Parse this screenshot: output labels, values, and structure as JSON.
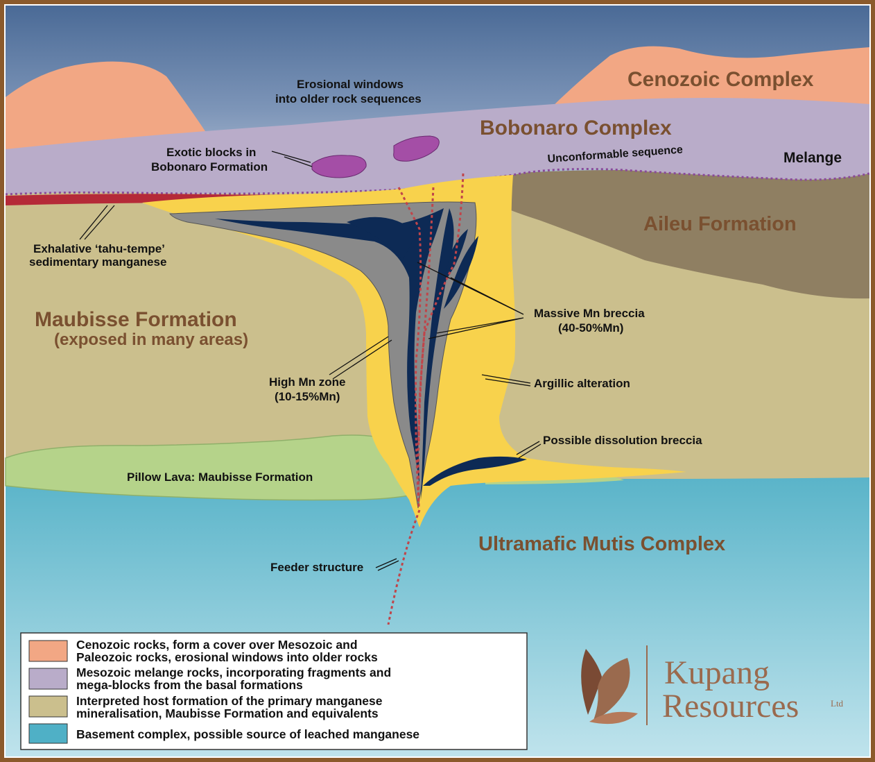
{
  "units": {
    "cenozoic": "Cenozoic Complex",
    "bobonaro": "Bobonaro Complex",
    "melange": "Melange",
    "aileu": "Aileu Formation",
    "maubisse_line1": "Maubisse Formation",
    "maubisse_line2": "(exposed in many areas)",
    "ultramafic": "Ultramafic Mutis Complex"
  },
  "labels": {
    "erosional_line1": "Erosional windows",
    "erosional_line2": "into older rock sequences",
    "exotic_line1": "Exotic blocks in",
    "exotic_line2": "Bobonaro Formation",
    "unconformable": "Unconformable sequence",
    "exhalative_line1": "Exhalative ‘tahu-tempe’",
    "exhalative_line2": "sedimentary manganese",
    "massive_line1": "Massive Mn breccia",
    "massive_line2": "(40-50%Mn)",
    "highmn_line1": "High Mn zone",
    "highmn_line2": "(10-15%Mn)",
    "argillic": "Argillic alteration",
    "dissolution": "Possible dissolution breccia",
    "pillow": "Pillow Lava: Maubisse Formation",
    "feeder": "Feeder structure"
  },
  "legend": [
    {
      "color": "#f2a784",
      "line1": "Cenozoic rocks, form a cover over Mesozoic and",
      "line2": "Paleozoic rocks, erosional windows into older rocks"
    },
    {
      "color": "#b9acc9",
      "line1": "Mesozoic melange rocks, incorporating fragments and",
      "line2": "mega-blocks from the basal formations"
    },
    {
      "color": "#cbbf8d",
      "line1": "Interpreted host formation of the primary manganese",
      "line2": "mineralisation, Maubisse Formation and equivalents"
    },
    {
      "color": "#4fb0c6",
      "line1": "Basement complex, possible source of leached manganese",
      "line2": ""
    }
  ],
  "brand": {
    "line1": "Kupang",
    "line2": "Resources",
    "suffix": "Ltd"
  },
  "colors": {
    "sky": "#5f7fa8",
    "cenozoic": "#f2a784",
    "bobonaro": "#b9acc9",
    "maubisse": "#cbbf8d",
    "aileu": "#8f7f62",
    "basement": "#4fb0c6",
    "argillic": "#f8d24c",
    "high_mn": "#8a8a8a",
    "massive_mn": "#0d2a55",
    "pillow": "#b5d38a",
    "exotic": "#a44ea6",
    "exhalative": "#b52a38",
    "feeder": "#c0454a",
    "frame": "#8b5a2b"
  }
}
